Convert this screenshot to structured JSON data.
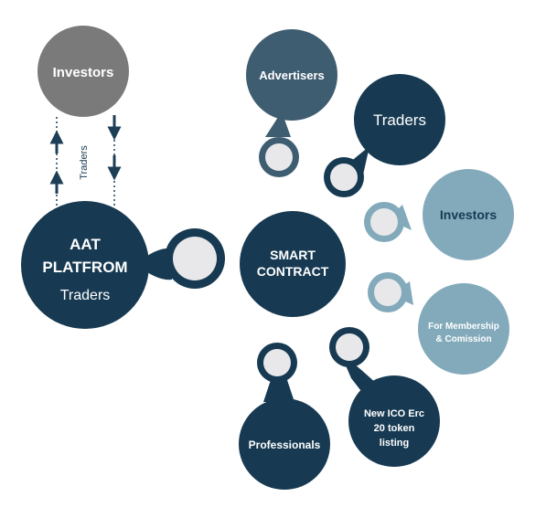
{
  "colors": {
    "dark_navy": "#173a52",
    "slate": "#3f5d71",
    "light_blue": "#83aabb",
    "gray": "#7a7a7a",
    "knob_fill": "#e8e8ea",
    "arrow": "#1c3e56"
  },
  "investors_top": {
    "label": "Investors"
  },
  "flow": {
    "label": "Traders"
  },
  "platform": {
    "line1": "AAT",
    "line2": "PLATFROM",
    "line3": "Traders"
  },
  "smart_contract": {
    "line1": "SMART",
    "line2": "CONTRACT"
  },
  "nodes": {
    "advertisers": {
      "label": "Advertisers"
    },
    "traders": {
      "label": "Traders"
    },
    "investors": {
      "label": "Investors"
    },
    "membership": {
      "line1": "For Membership",
      "line2": "& Comission"
    },
    "ico": {
      "line1": "New ICO Erc",
      "line2": "20 token",
      "line3": "listing"
    },
    "professionals": {
      "label": "Professionals"
    }
  }
}
